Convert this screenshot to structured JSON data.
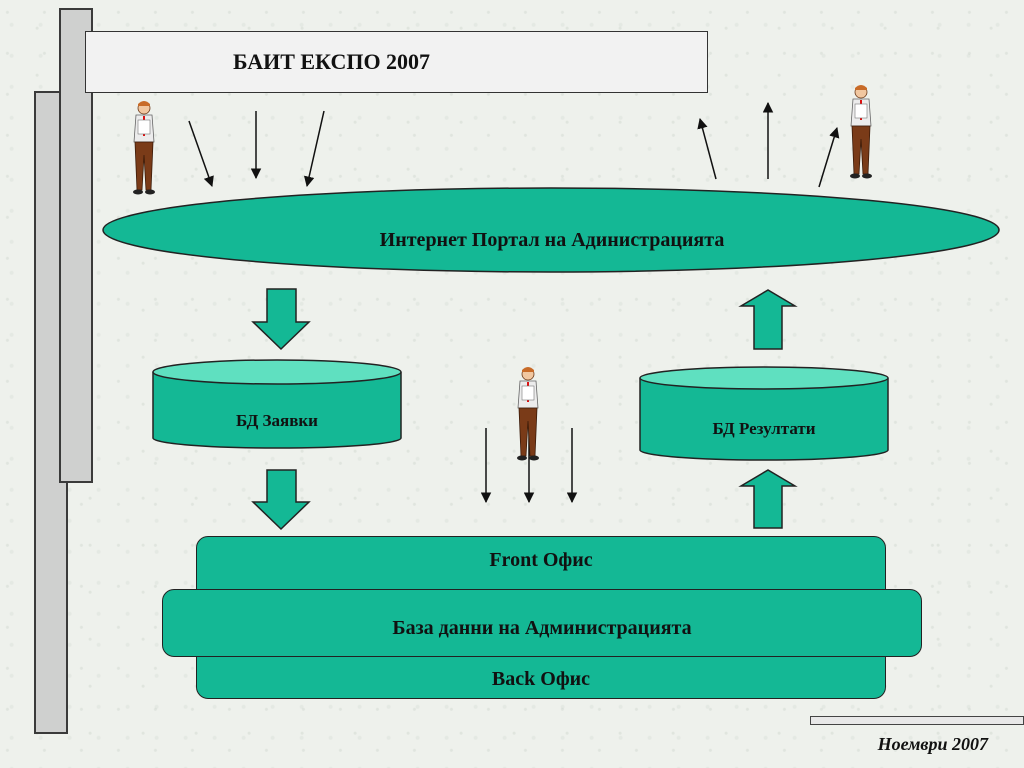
{
  "title": "БАИТ ЕКСПО 2007",
  "portal_label": "Интернет Портал на Адинистрацията",
  "db_requests_label": "БД Заявки",
  "db_results_label": "БД Резултати",
  "front_office_label": "Front Офис",
  "admin_db_label": "База данни на Администрацията",
  "back_office_label": "Back Офис",
  "footer_date": "Ноември 2007",
  "colors": {
    "ellipse_fill": "#14b895",
    "db_fill": "#14b895",
    "db_top": "#5fe0c0",
    "block_fill": "#14b895"
  }
}
